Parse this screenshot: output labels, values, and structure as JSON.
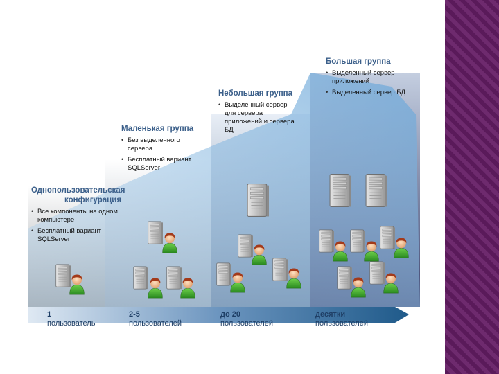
{
  "tiers": [
    {
      "title": "Однопользовательская конфигурация",
      "bullets": [
        "Все компоненты на одном компьютере",
        "Бесплатный вариант SQLServer"
      ]
    },
    {
      "title": "Маленькая группа",
      "bullets": [
        "Без выделенного сервера",
        "Бесплатный вариант SQLServer"
      ]
    },
    {
      "title": "Небольшая группа",
      "bullets": [
        "Выделенный сервер для сервера приложений и сервера БД"
      ]
    },
    {
      "title": "Большая группа",
      "bullets": [
        "Выделенный сервер приложений",
        "Выделенный сервер БД"
      ]
    }
  ],
  "axis": [
    {
      "count": "1",
      "unit": "пользователь"
    },
    {
      "count": "2-5",
      "unit": "пользователей"
    },
    {
      "count": "до 20",
      "unit": "пользователей"
    },
    {
      "count": "десятки",
      "unit": "пользователей"
    }
  ],
  "colors": {
    "arrow": "#1f5a8a",
    "side_panel": "#5a1a5a"
  }
}
